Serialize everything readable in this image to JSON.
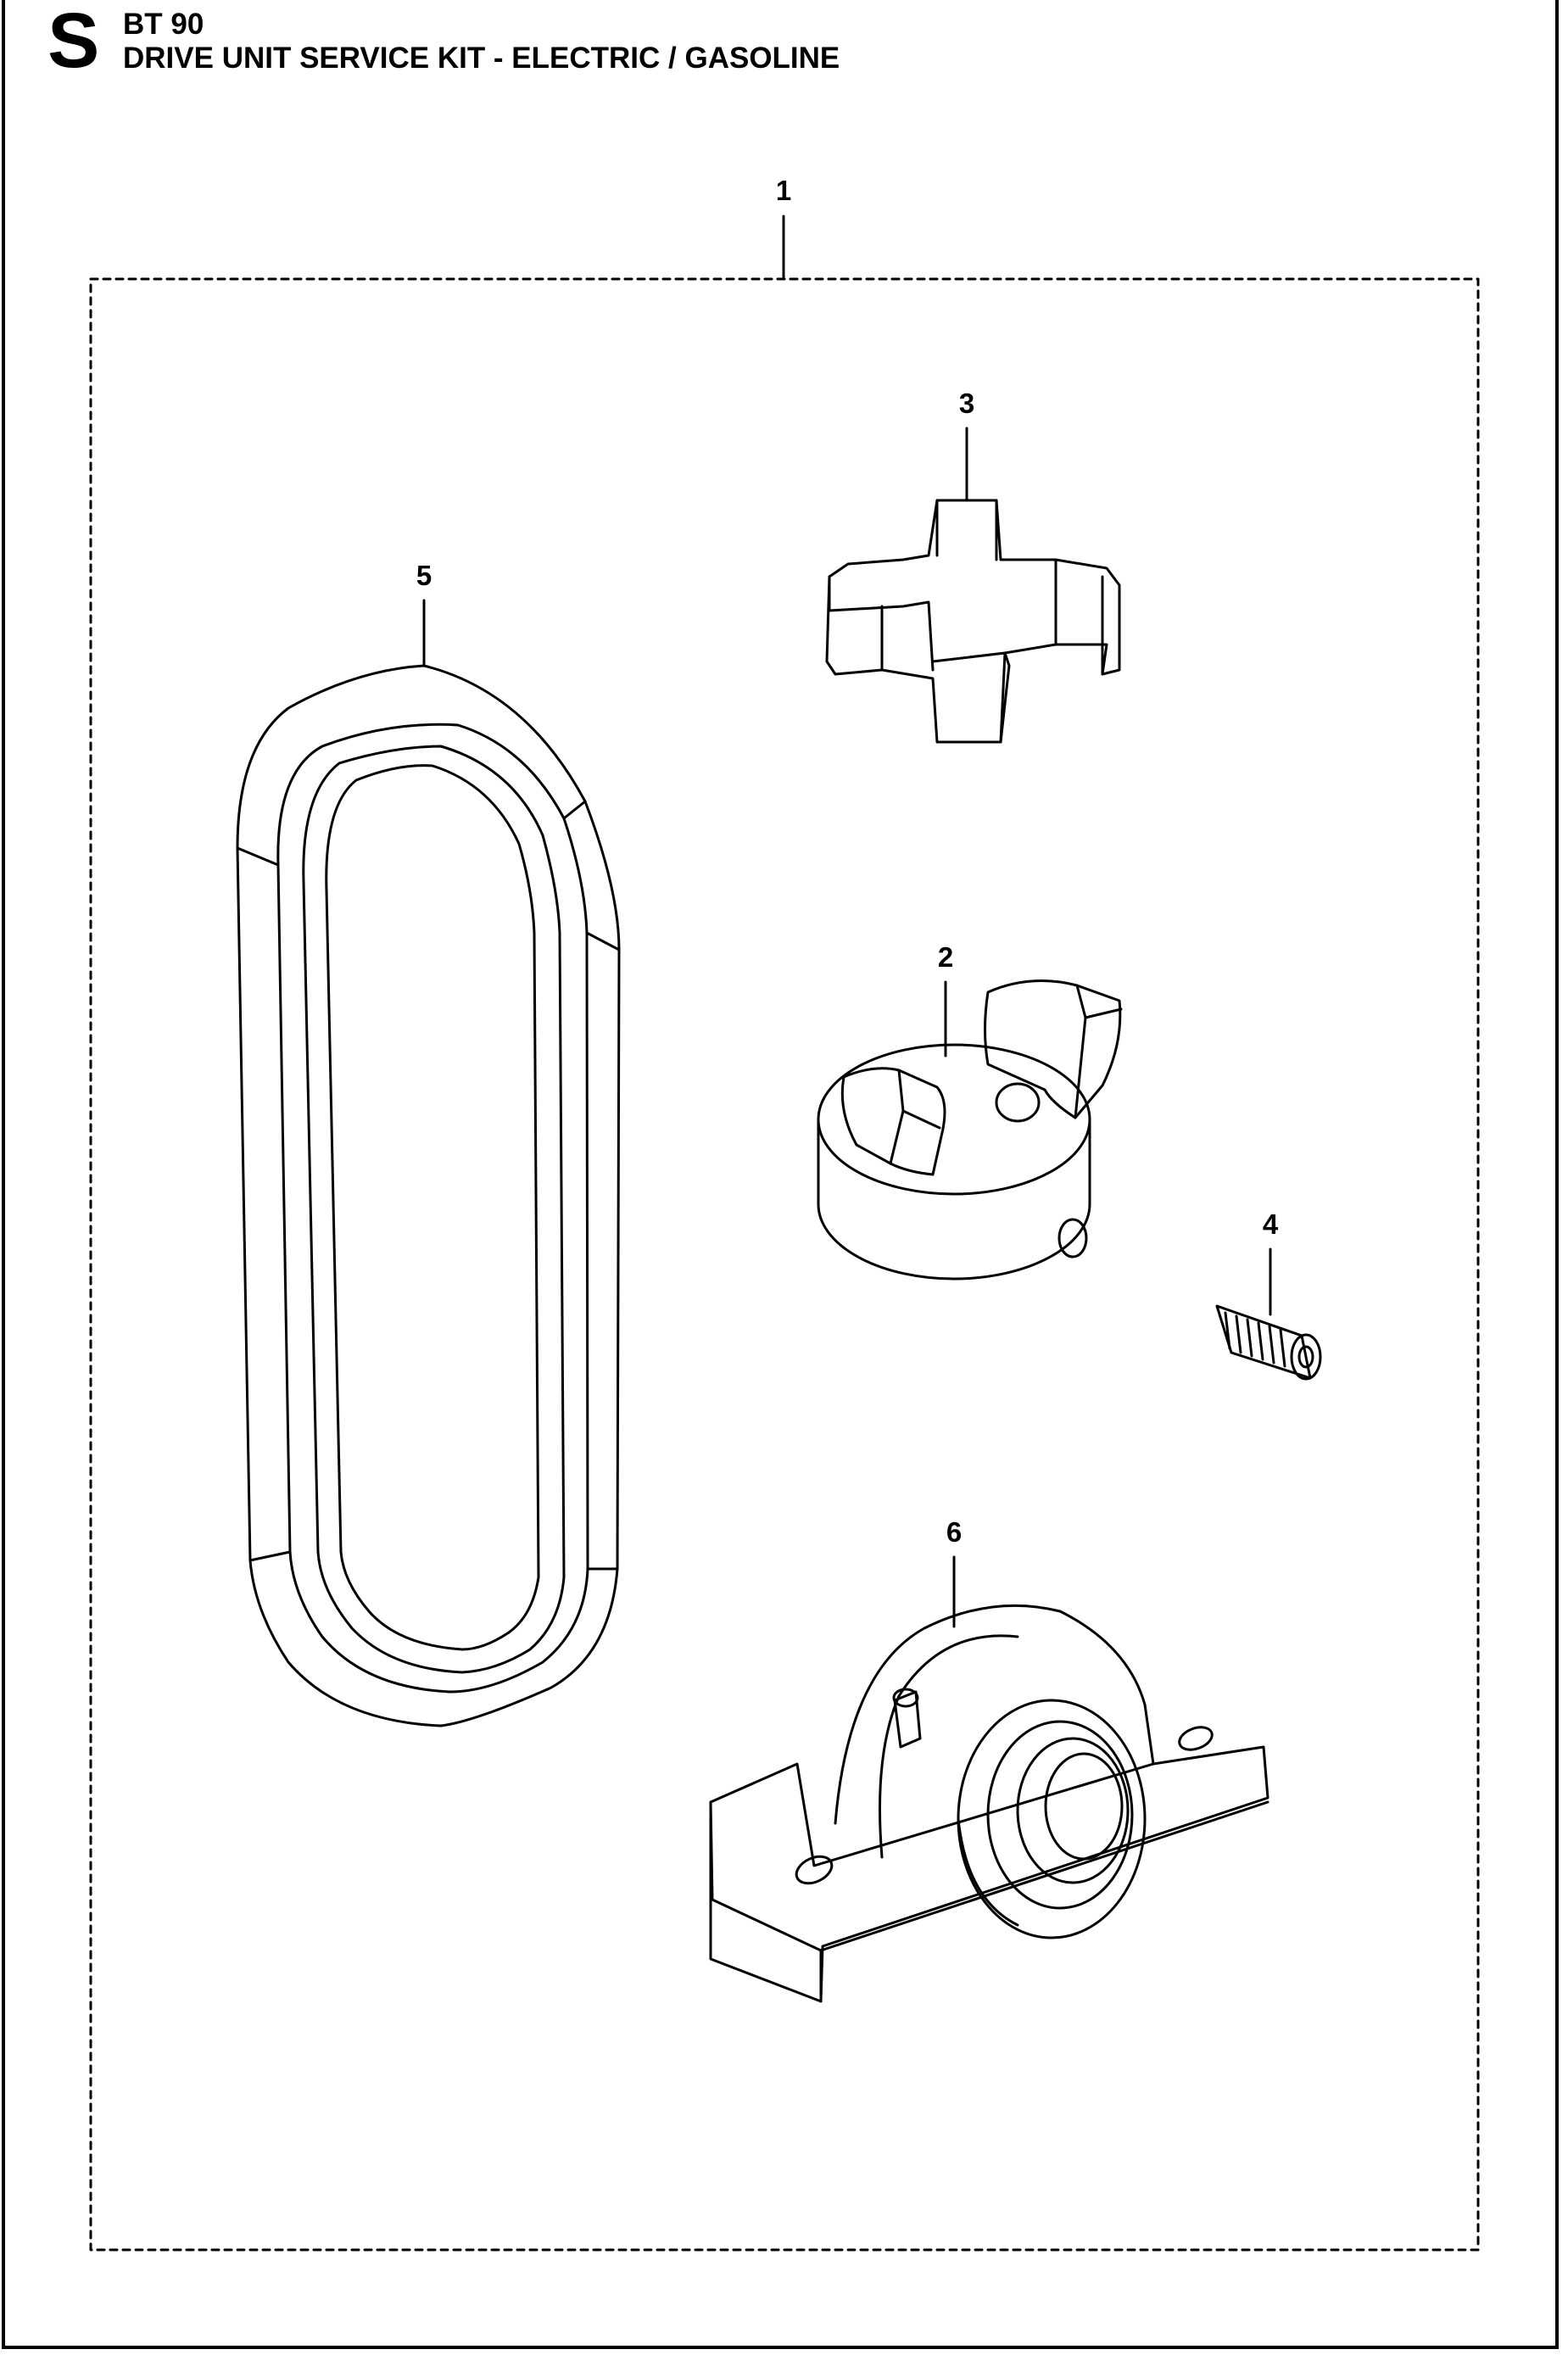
{
  "header": {
    "section_letter": "S",
    "model": "BT 90",
    "title": "DRIVE UNIT SERVICE KIT - ELECTRIC / GASOLINE"
  },
  "callouts": {
    "kit": "1",
    "coupling_hub": "2",
    "spider_insert": "3",
    "set_screw": "4",
    "belt": "5",
    "pillow_block_bearing": "6"
  }
}
